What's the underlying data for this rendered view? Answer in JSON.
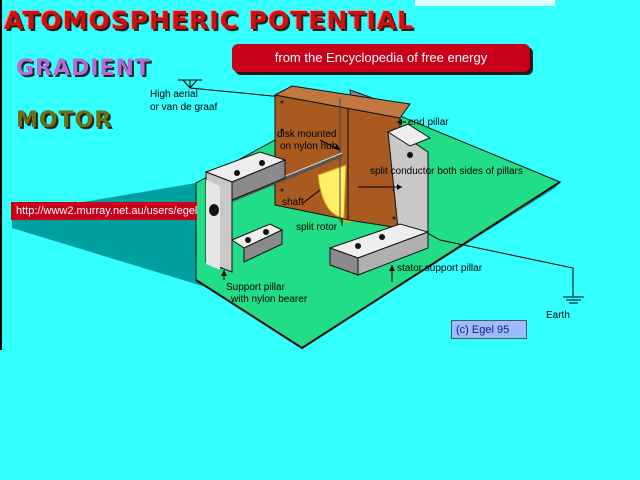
{
  "title": {
    "line1": "ATOMOSPHERIC POTENTIAL",
    "line2": "GRADIENT",
    "line3": "MOTOR"
  },
  "subtitle": "from  the Encyclopedia of free energy",
  "url": "http://www2.murray.net.au/users/egel",
  "copyright": "(c)  Egel  95",
  "labels": {
    "aerial": "High aerial",
    "aerial2": "or van de graaf",
    "end_pillar": "end  pillar",
    "disk": "disk mounted",
    "disk2": "on nylon hub",
    "split_conductor": "split conductor both sides of pillars",
    "shaft": "shaft",
    "split_rotor": "split rotor",
    "stator_pillar": "stator support pillar",
    "support_pillar": "Support pillar",
    "support_pillar2": "with nylon bearer",
    "earth": "Earth"
  },
  "colors": {
    "background": "#33ffff",
    "base_top": "#22dd88",
    "base_side": "#00a0a0",
    "banner": "#c8001a",
    "pillar_light": "#eeeeee",
    "pillar_dark": "#8a8a8a",
    "conductor": "#a85a20",
    "disk": "#ffee66"
  }
}
